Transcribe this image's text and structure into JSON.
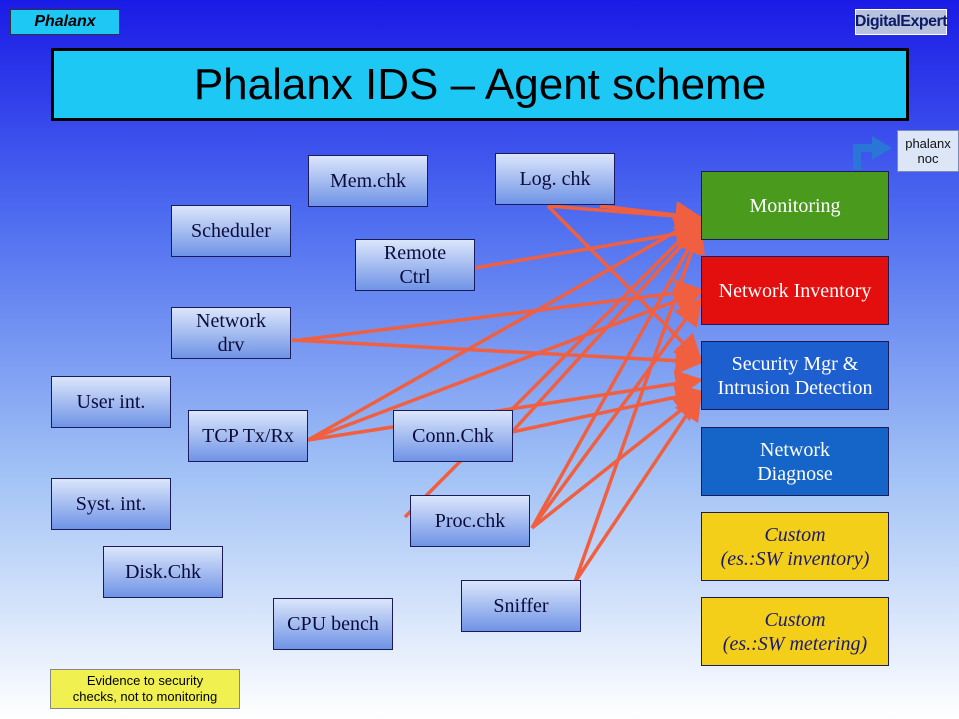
{
  "header": {
    "logo_left": "Phalanx",
    "logo_right": "DigitalExpert",
    "title": "Phalanx IDS – Agent scheme"
  },
  "agents": {
    "scheduler": "Scheduler",
    "network_drv": "Network\ndrv",
    "user_int": "User int.",
    "tcp": "TCP Tx/Rx",
    "syst_int": "Syst. int.",
    "disk_chk": "Disk.Chk",
    "cpu_bench": "CPU bench",
    "mem_chk": "Mem.chk",
    "remote_ctrl": "Remote\nCtrl",
    "conn_chk": "Conn.Chk",
    "proc_chk": "Proc.chk",
    "log_chk": "Log. chk",
    "sniffer": "Sniffer"
  },
  "modules": {
    "monitoring": "Monitoring",
    "network_inventory": "Network Inventory",
    "security_mgr": "Security Mgr &\nIntrusion Detection",
    "network_diagnose": "Network\nDiagnose",
    "custom_inventory": "Custom\n(es.:SW inventory)",
    "custom_metering": "Custom\n(es.:SW metering)"
  },
  "noc": {
    "label": "phalanx\nnoc"
  },
  "note": "Evidence to security\nchecks, not to monitoring",
  "colors": {
    "arrow": "#f06040",
    "monitoring": "#4a9a1e",
    "network_inventory": "#e30e0e",
    "security_mgr": "#1e5fd0",
    "network_diagnose": "#1565c8",
    "custom": "#f3cf1a",
    "title_banner": "#1ec8f5",
    "note": "#f0f050"
  }
}
